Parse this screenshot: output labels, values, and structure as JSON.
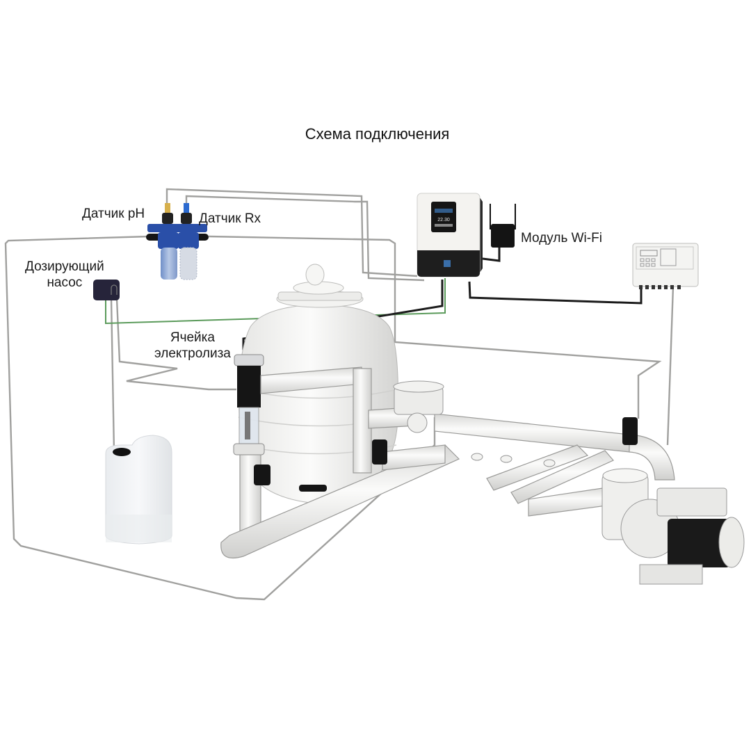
{
  "title": "Схема подключения",
  "labels": {
    "ph_sensor": "Датчик pH",
    "rx_sensor": "Датчик Rx",
    "wifi_module": "Модуль Wi-Fi",
    "dosing_pump_line1": "Дозирующий",
    "dosing_pump_line2": "насос",
    "electrolysis_cell_line1": "Ячейка",
    "electrolysis_cell_line2": "электролиза"
  },
  "controller_screen": {
    "reading": "22.30"
  },
  "colors": {
    "pipe": "#eeeeec",
    "pipe_outline": "#8a8a88",
    "cable_grey": "#9a9a98",
    "cable_black": "#1b1b1b",
    "cable_green": "#4f8a4f",
    "sensor_blue": "#2a4fa8",
    "controller_dark": "#1e1e1e",
    "accent_blue": "#3a6ea8"
  }
}
